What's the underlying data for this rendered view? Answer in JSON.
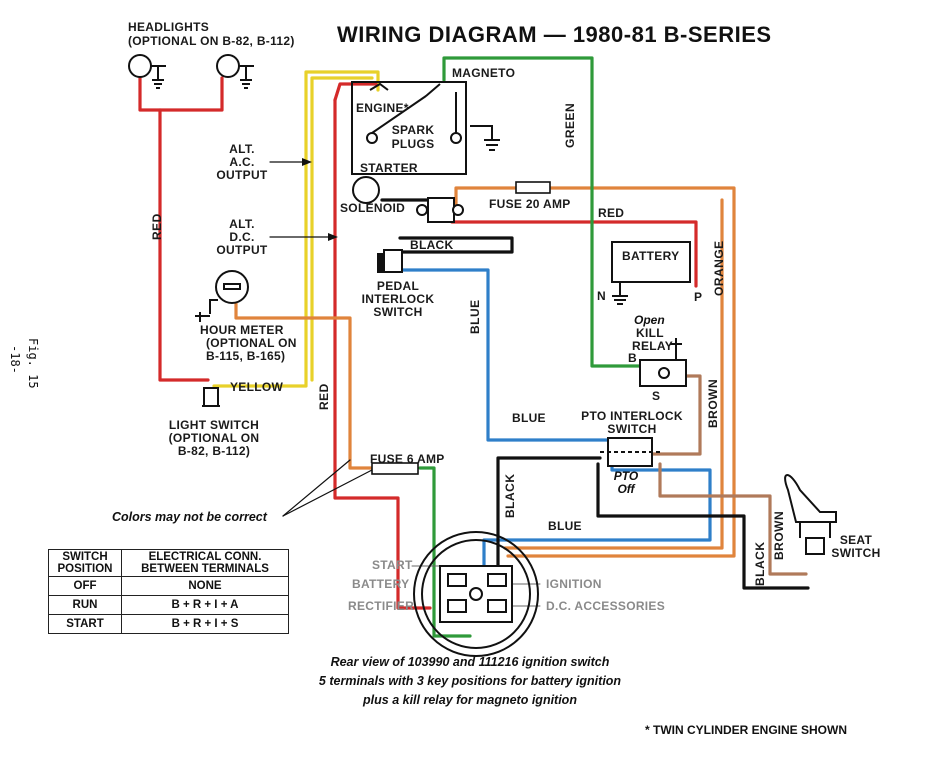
{
  "title": "WIRING DIAGRAM — 1980-81 B-SERIES",
  "components": {
    "headlights": "HEADLIGHTS",
    "headlights_note": "(OPTIONAL ON B-82, B-112)",
    "magneto": "MAGNETO",
    "engine": "ENGINE*",
    "spark_plugs_1": "SPARK",
    "spark_plugs_2": "PLUGS",
    "starter": "STARTER",
    "solenoid": "SOLENOID",
    "alt_ac_1": "ALT.",
    "alt_ac_2": "A.C.",
    "alt_ac_3": "OUTPUT",
    "alt_dc_1": "ALT.",
    "alt_dc_2": "D.C.",
    "alt_dc_3": "OUTPUT",
    "fuse20": "FUSE 20 AMP",
    "battery": "BATTERY",
    "battery_n": "N",
    "battery_p": "P",
    "pedal_1": "PEDAL",
    "pedal_2": "INTERLOCK",
    "pedal_3": "SWITCH",
    "hour_1": "HOUR METER",
    "hour_2": "(OPTIONAL ON",
    "hour_3": "B-115, B-165)",
    "light_1": "LIGHT SWITCH",
    "light_2": "(OPTIONAL ON",
    "light_3": "B-82, B-112)",
    "kill_open": "Open",
    "kill_1": "KILL",
    "kill_2": "RELAY",
    "kill_b": "B",
    "kill_s": "S",
    "pto_1": "PTO INTERLOCK",
    "pto_2": "SWITCH",
    "pto_off_1": "PTO",
    "pto_off_2": "Off",
    "fuse6": "FUSE 6 AMP",
    "seat_1": "SEAT",
    "seat_2": "SWITCH"
  },
  "wire_labels": {
    "red_left": "RED",
    "red_mid": "RED",
    "red_top": "RED",
    "green": "GREEN",
    "orange": "ORANGE",
    "black_sol": "BLACK",
    "blue_vert": "BLUE",
    "blue_horiz": "BLUE",
    "blue_low": "BLUE",
    "yellow": "YELLOW",
    "brown_1": "BROWN",
    "brown_2": "BROWN",
    "black_mid": "BLACK",
    "black_seat": "BLACK"
  },
  "terminals": {
    "start": "START",
    "battery": "BATTERY",
    "rectifier": "RECTIFIER",
    "ignition": "IGNITION",
    "dc_accessories": "D.C. ACCESSORIES"
  },
  "notes": {
    "colors": "Colors may not be correct",
    "caption_1": "Rear view of 103990 and 111216 ignition switch",
    "caption_2": "5 terminals with 3 key positions for battery ignition",
    "caption_3": "plus a kill relay for magneto ignition",
    "footnote": "* TWIN CYLINDER ENGINE SHOWN",
    "fig": "Fig. 15",
    "page": "-18-"
  },
  "switch_table": {
    "headers": [
      "SWITCH POSITION",
      "ELECTRICAL CONN. BETWEEN TERMINALS"
    ],
    "rows": [
      [
        "OFF",
        "NONE"
      ],
      [
        "RUN",
        "B + R + I + A"
      ],
      [
        "START",
        "B + R + I + S"
      ]
    ]
  },
  "colors": {
    "red": "#d42a2a",
    "yellow": "#e8d12a",
    "green": "#2f9a3a",
    "orange": "#e0843c",
    "blue": "#2f7fc9",
    "brown": "#b07a5a",
    "black": "#111111"
  }
}
